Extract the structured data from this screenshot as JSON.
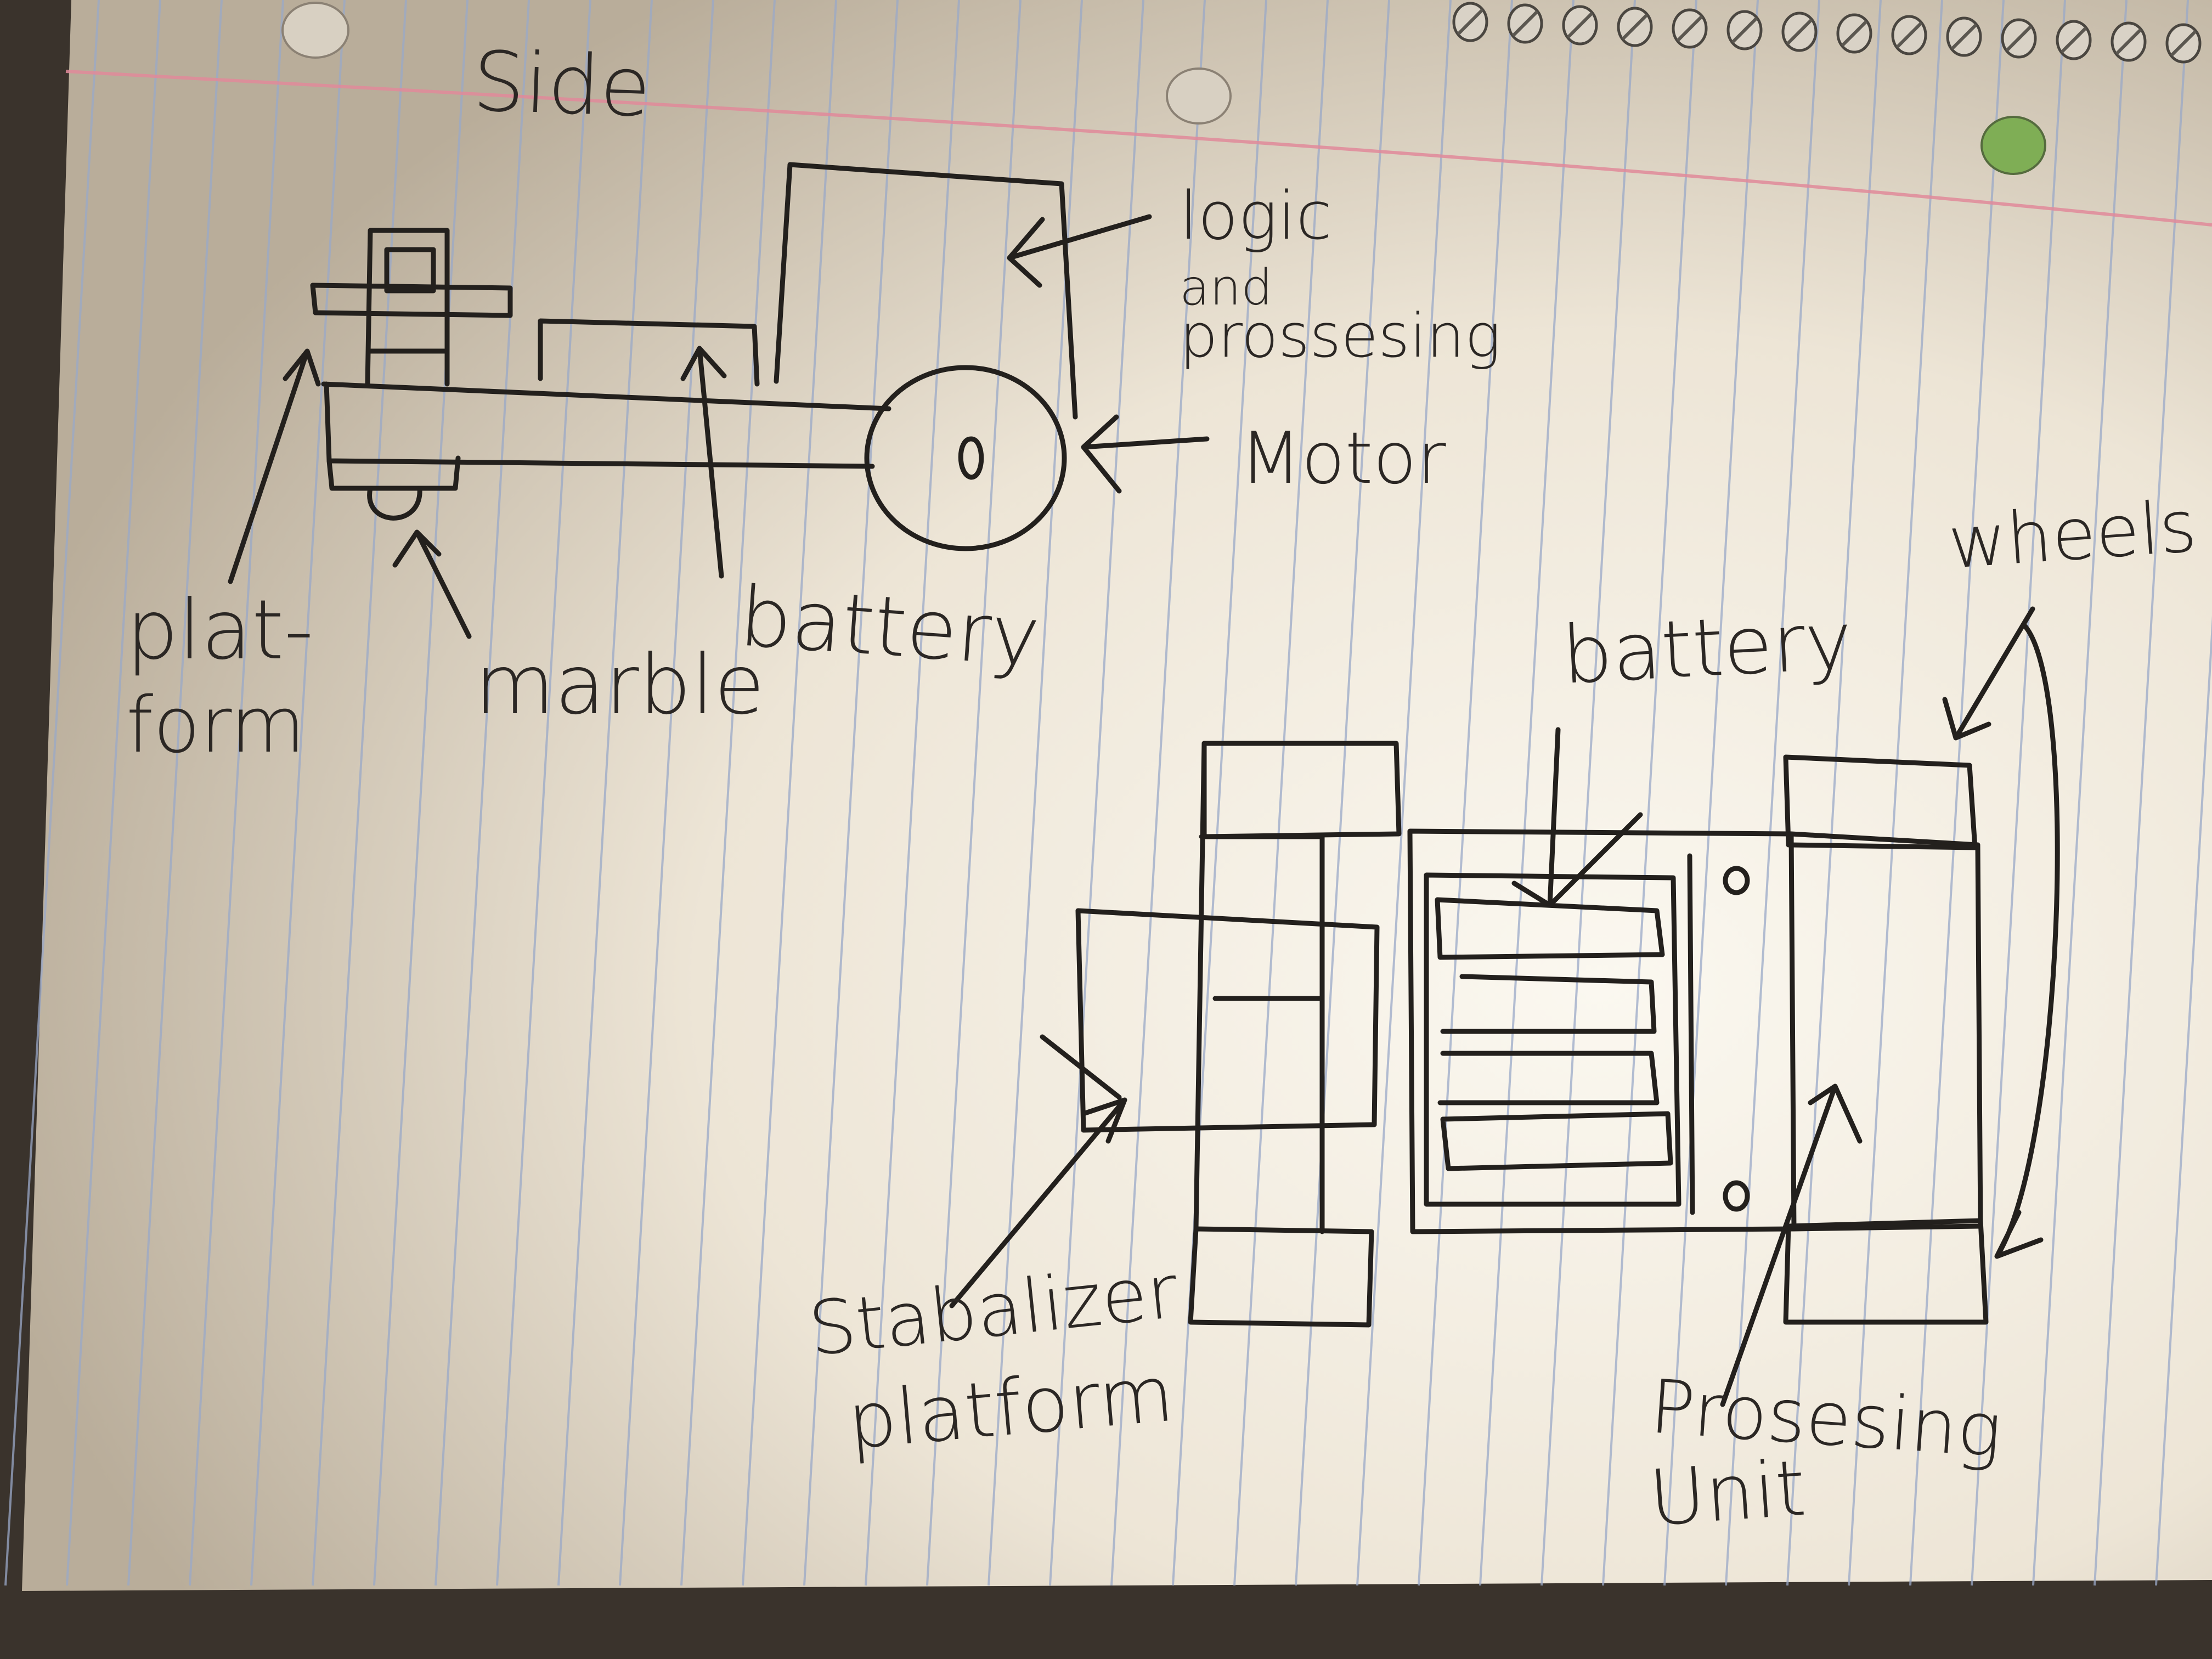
{
  "colors": {
    "paper": "#f2ece0",
    "rule_line": "#9aa9c8",
    "margin_line": "#e08a9a",
    "ink": "#23201d"
  },
  "side_view": {
    "title": "Side",
    "labels": {
      "logic": "logic",
      "and": "and",
      "processing": "prossesing",
      "motor": "Motor",
      "platform_a": "plat-",
      "platform_b": "form",
      "marble": "marble",
      "battery": "battery"
    }
  },
  "top_view": {
    "labels": {
      "wheels": "wheels",
      "battery": "battery",
      "stabalizer": "Stabalizer",
      "platform": "platform",
      "processing": "Prosesing",
      "unit": "Unit"
    }
  }
}
